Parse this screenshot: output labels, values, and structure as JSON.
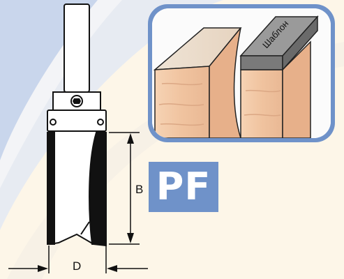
{
  "badge": {
    "label": "PF"
  },
  "dimensions": {
    "height_label": "B",
    "diameter_label": "D"
  },
  "inset": {
    "template_label": "Шаблон"
  },
  "colors": {
    "background": "#fdf6e8",
    "wave_light": "#eef0f4",
    "wave_blue": "#c9d6ec",
    "badge": "#6f92c9",
    "inset_frame": "#6f92c9",
    "wood": "#f3c9a8",
    "template": "#8c8c8c",
    "metal": "#ffffff",
    "outline": "#111111"
  }
}
